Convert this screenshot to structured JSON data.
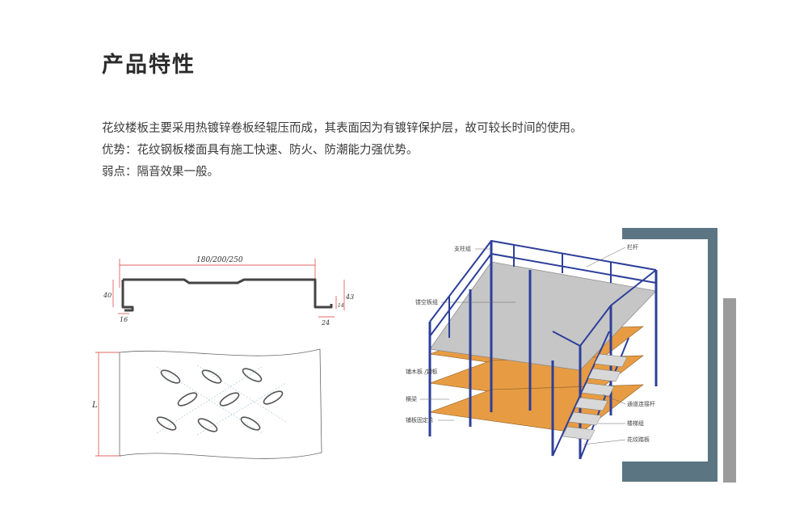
{
  "title": "产品特性",
  "description": {
    "line1": "花纹楼板主要采用热镀锌卷板经辊压而成，其表面因为有镀锌保护层，故可较长时间的使用。",
    "line2": "优势：花纹钢板楼面具有施工快速、防火、防潮能力强优势。",
    "line3": "弱点：隔音效果一般。"
  },
  "profile_drawing": {
    "width_label": "180/200/250",
    "height_left": "40",
    "height_right": "43",
    "lip_left": "16",
    "lip_right": "24",
    "small_right": "14"
  },
  "sheet_drawing": {
    "length_label": "L"
  },
  "platform_callouts": {
    "column": "支柱组",
    "railing": "栏杆",
    "deck": "镂空板组",
    "wood_steel": "铺木板\n/钢板",
    "beam": "横梁",
    "fixing": "铺板固定片",
    "connector": "通道连接杆",
    "stair": "楼梯组",
    "tread": "花纹踏板"
  }
}
